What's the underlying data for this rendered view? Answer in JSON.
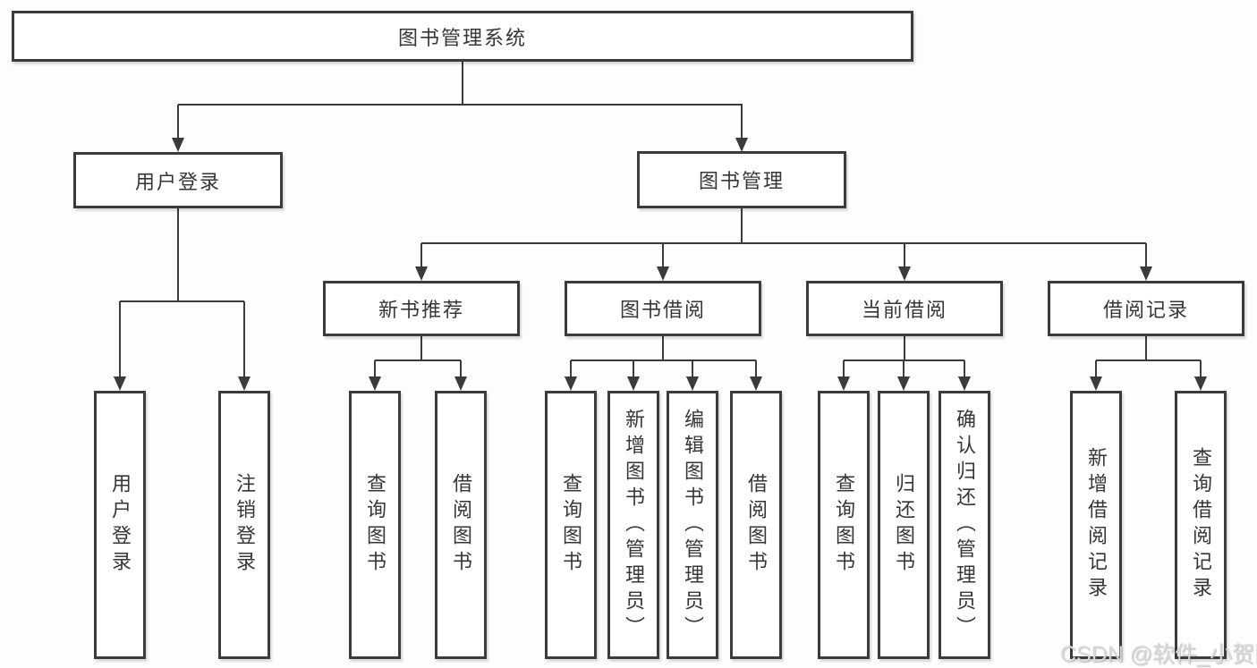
{
  "diagram": {
    "title": "图书管理系统",
    "type": "hierarchy-tree"
  },
  "colors": {
    "line": "#3b3b3b",
    "box_border": "#3b3b3b",
    "box_fill": "#ffffff",
    "text": "#363636",
    "background": "#fdfdfd",
    "watermark": "#d9d9d9"
  },
  "tree": {
    "label": "图书管理系统",
    "children": [
      {
        "label": "用户登录",
        "children": [
          {
            "label": "用户登录"
          },
          {
            "label": "注销登录"
          }
        ]
      },
      {
        "label": "图书管理",
        "children": [
          {
            "label": "新书推荐",
            "children": [
              {
                "label": "查询图书"
              },
              {
                "label": "借阅图书"
              }
            ]
          },
          {
            "label": "图书借阅",
            "children": [
              {
                "label": "查询图书"
              },
              {
                "label": "新增图书（管理员）"
              },
              {
                "label": "编辑图书（管理员）"
              },
              {
                "label": "借阅图书"
              }
            ]
          },
          {
            "label": "当前借阅",
            "children": [
              {
                "label": "查询图书"
              },
              {
                "label": "归还图书"
              },
              {
                "label": "确认归还（管理员）"
              }
            ]
          },
          {
            "label": "借阅记录",
            "children": [
              {
                "label": "新增借阅记录"
              },
              {
                "label": "查询借阅记录"
              }
            ]
          }
        ]
      }
    ]
  },
  "watermark": {
    "text": "CSDN @软件_小贺同学"
  }
}
